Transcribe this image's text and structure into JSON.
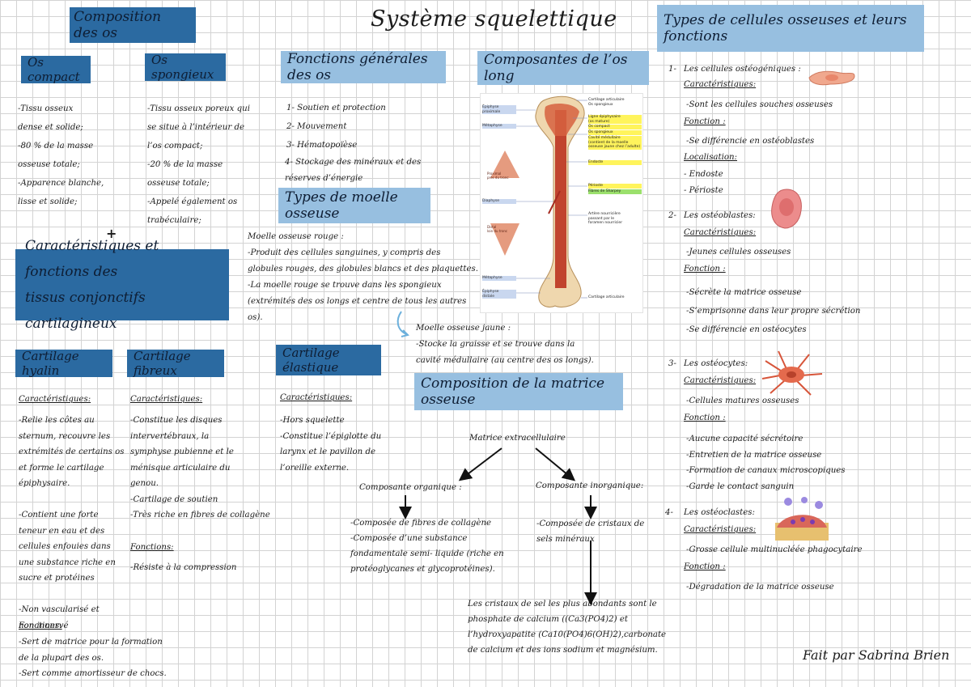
{
  "title": "Système squelettique",
  "composition": {
    "header": "Composition des os",
    "compact": {
      "label": "Os compact",
      "text": "-Tissu osseux\ndense et solide;\n-80 % de la masse\nosseuse totale;\n-Apparence blanche,\nlisse et solide;"
    },
    "spongieux": {
      "label": "Os spongieux",
      "text": "-Tissu osseux poreux qui\nse situe à l’intérieur de\nl’os compact;\n-20 % de la masse\nosseuse totale;\n-Appelé également os\ntrabéculaire;"
    },
    "plus": "+"
  },
  "fonctions_generales": {
    "header": "Fonctions générales des os",
    "items": [
      "1- Soutien et protection",
      "2- Mouvement",
      "3- Hématopoïèse",
      "4- Stockage des minéraux et des\nréserves d’énergie"
    ]
  },
  "moelle": {
    "header": "Types de moelle osseuse",
    "rouge": "Moelle osseuse rouge :\n-Produit des cellules sanguines, y compris des\nglobules rouges, des globules blancs et des plaquettes.\n-La moelle rouge se trouve dans les spongieux\n(extrémités des os longs et centre de tous les autres\nos).",
    "jaune": "Moelle osseuse jaune :\n-Stocke la graisse et se trouve dans la\ncavité médullaire (au centre des os longs)."
  },
  "composantes_os_long": {
    "header": "Composantes de l’os long",
    "labels_left": [
      "Épiphyse\nproximale",
      "Métaphyse",
      "Proximal\nprès du tronc",
      "Diaphyse",
      "Distal\nloin du tronc",
      "Métaphyse",
      "Épiphyse\ndistale"
    ],
    "labels_right": [
      "Cartilage articulaire",
      "Os spongieux",
      "Ligne épiphysaire\n(os mature)",
      "Os compact",
      "Os spongieux",
      "Cavité médullaire\n(contient de la moelle\nosseuse jaune chez l’adulte)",
      "Endoste",
      "Périoste",
      "Fibres de Sharpey",
      "Artère nourricière\npassant par le\nforamen nourricier",
      "Cartilage articulaire"
    ]
  },
  "cartilage": {
    "header": "Caractéristiques et fonctions des\ntissus conjonctifs cartilagineux",
    "hyalin": {
      "label": "Cartilage hyalin",
      "car_label": "Caractéristiques:",
      "text": "-Relie les côtes au\nsternum, recouvre les\nextrémités de certains os\net forme le cartilage\népiphysaire.\n\n-Contient une forte\nteneur en eau et des\ncellules enfouies dans\nune substance riche en\nsucre et protéines\n\n-Non vascularisé et\nnon innervé",
      "fn_label": "Fonctions:",
      "fn_text": "-Sert de matrice pour la formation\nde la plupart des os.\n-Sert comme amortisseur de chocs."
    },
    "fibreux": {
      "label": "Cartilage fibreux",
      "car_label": "Caractéristiques:",
      "text": "-Constitue les disques\nintervertébraux, la\nsymphyse pubienne et le\nménisque articulaire du\ngenou.\n-Cartilage de soutien\n-Très riche en fibres de collagène",
      "fn_label": "Fonctions:",
      "fn_text": "-Résiste à la compression"
    },
    "elastique": {
      "label": "Cartilage élastique",
      "car_label": "Caractéristiques:",
      "text": "-Hors squelette\n-Constitue l’épiglotte du\nlarynx et le pavillon de\nl’oreille externe."
    }
  },
  "matrice": {
    "header": "Composition de la matrice osseuse",
    "root": "Matrice extracellulaire",
    "organique": "Composante organique :",
    "inorganique": "Composante inorganique:",
    "org_text": "-Composée de fibres de collagène\n-Composée d’une substance\nfondamentale semi- liquide (riche en\nprotéoglycanes et glycoprotéines).",
    "inorg_text": "-Composée de cristaux de\nsels minéraux",
    "cristaux": "Les cristaux de sel les plus abondants sont le\nphosphate de calcium ((Ca3(PO4)2) et\nl’hydroxyapatite (Ca10(PO4)6(OH)2),carbonate\nde calcium et des ions sodium et magnésium."
  },
  "cellules": {
    "header": "Types de cellules osseuses et leurs fonctions",
    "items": [
      {
        "num": "1-",
        "name": "Les cellules ostéogéniques :",
        "car": "Caractéristiques:",
        "car_text": "-Sont les cellules souches osseuses",
        "fn": "Fonction :",
        "fn_text": "-Se différencie en ostéoblastes",
        "loc": "Localisation:",
        "loc_text": "- Endoste\n- Périoste"
      },
      {
        "num": "2-",
        "name": "Les ostéoblastes:",
        "car": "Caractéristiques:",
        "car_text": "-Jeunes cellules osseuses",
        "fn": "Fonction :",
        "fn_text": "-Sécrète la matrice osseuse\n-S’emprisonne dans leur propre sécrétion\n-Se différencie en ostéocytes"
      },
      {
        "num": "3-",
        "name": "Les ostéocytes:",
        "car": "Caractéristiques:",
        "car_text": "-Cellules matures osseuses",
        "fn": "Fonction :",
        "fn_text": "-Aucune capacité sécrétoire\n-Entretien de la matrice osseuse\n-Formation de canaux microscopiques\n-Garde le contact sanguin"
      },
      {
        "num": "4-",
        "name": "Les ostéoclastes:",
        "car": "Caractéristiques:",
        "car_text": "-Grosse cellule multinucléée phagocytaire",
        "fn": "Fonction :",
        "fn_text": "-Dégradation de la matrice osseuse"
      }
    ]
  },
  "signature": "Fait par Sabrina Brien",
  "colors": {
    "dark_header": "#2b6aa1",
    "light_header": "#97bfe0",
    "grid": "#d3d3d3"
  }
}
